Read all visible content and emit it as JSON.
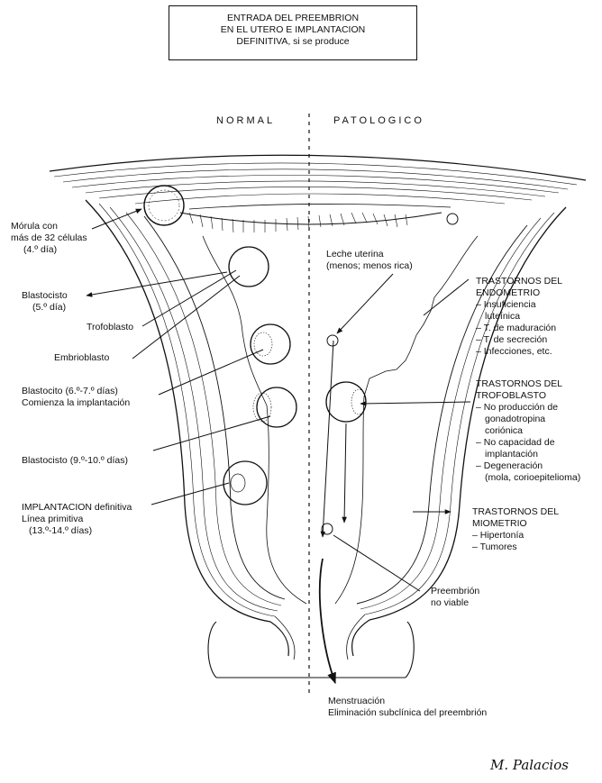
{
  "title": {
    "line1": "ENTRADA DEL PREEMBRION",
    "line2": "EN EL UTERO E IMPLANTACION",
    "line3": "DEFINITIVA, si se produce"
  },
  "headers": {
    "normal": "NORMAL",
    "pathologic": "PATOLOGICO"
  },
  "left_labels": {
    "morula": [
      "Mórula con",
      "más de 32 células",
      "(4.º día)"
    ],
    "blastocisto5": [
      "Blastocisto",
      "(5.º día)"
    ],
    "trofoblasto": "Trofoblasto",
    "embrioblasto": "Embrioblasto",
    "blastocito67": [
      "Blastocito (6.º-7.º días)",
      "Comienza la implantación"
    ],
    "blastocisto910": "Blastocisto (9.º-10.º días)",
    "implantacion": [
      "IMPLANTACION definitiva",
      "Línea primitiva",
      "(13.º-14.º días)"
    ]
  },
  "right_labels": {
    "leche": [
      "Leche uterina",
      "(menos; menos rica)"
    ],
    "endometrio": {
      "heading": [
        "TRASTORNOS DEL",
        "ENDOMETRIO"
      ],
      "items": [
        "– Insuficiencia",
        "luteínica",
        "– T. de maduración",
        "– T. de secreción",
        "– Infecciones, etc."
      ]
    },
    "trofoblasto": {
      "heading": [
        "TRASTORNOS DEL",
        "TROFOBLASTO"
      ],
      "items": [
        "– No producción de",
        "gonadotropina",
        "coriónica",
        "– No capacidad de",
        "implantación",
        "– Degeneración",
        "(mola, corioepitelioma)"
      ]
    },
    "miometrio": {
      "heading": [
        "TRASTORNOS DEL",
        "MIOMETRIO"
      ],
      "items": [
        "– Hipertonía",
        "– Tumores"
      ]
    },
    "preembrion": [
      "Preembrión",
      "no viable"
    ],
    "menstruacion": [
      "Menstruación",
      "Eliminación subclínica del preembrión"
    ]
  },
  "signature": "M. Palacios"
}
